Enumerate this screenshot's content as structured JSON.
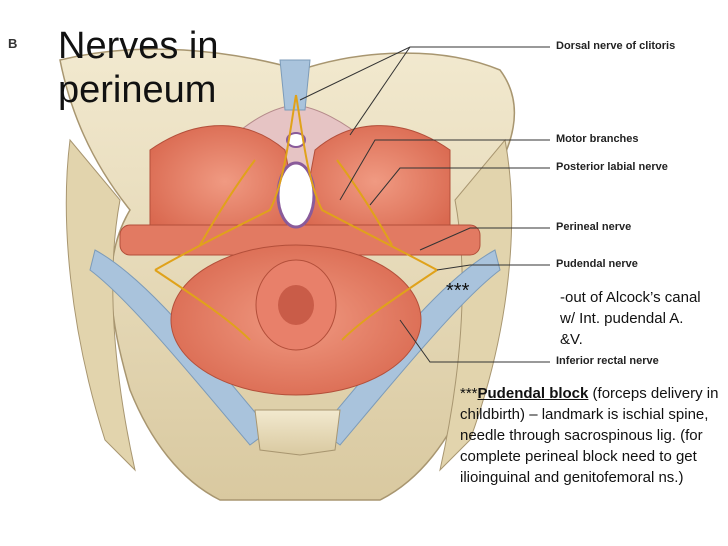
{
  "panel_letter": "B",
  "title_line1": "Nerves in",
  "title_line2": "perineum",
  "labels": [
    "Dorsal nerve of clitoris",
    "Motor branches",
    "Posterior labial nerve",
    "Perineal nerve",
    "Pudendal nerve",
    "Inferior rectal nerve"
  ],
  "stars": "***",
  "alcock_note": "-out of Alcock’s canal w/ Int. pudendal A. &V.",
  "block_note": {
    "prefix": "***",
    "keyword": "Pudendal block",
    "text": " (forceps delivery in childbirth) – landmark is ischial spine, needle through sacrospinous lig. (for complete perineal block need to get ilioinguinal and genitofemoral ns.)"
  },
  "colors": {
    "muscle": "#e8806a",
    "bone": "#ece1c3",
    "ligament": "#a9c3dc",
    "nerve": "#e0a21a"
  }
}
